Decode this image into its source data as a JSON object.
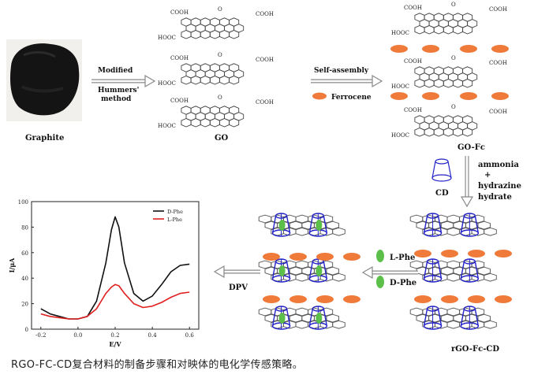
{
  "colors": {
    "ferrocene": "#ef7a3a",
    "cd": "#2323c8",
    "phe": "#5cbf4a",
    "dphe_line": "#111111",
    "lphe_line": "#e02020",
    "arrow": "#888888"
  },
  "labels": {
    "graphite": "Graphite",
    "go": "GO",
    "go_fc": "GO-Fc",
    "rgo_fc_cd": "rGO-Fc-CD",
    "step1_top": "Modified",
    "step1_bottom_1": "Hummers'",
    "step1_bottom_2": "method",
    "step2_top": "Self-assembly",
    "ferrocene": "Ferrocene",
    "step3_1": "ammonia",
    "step3_2": "+",
    "step3_3": "hydrazine",
    "step3_4": "hydrate",
    "cd": "CD",
    "l_phe": "L-Phe",
    "d_phe": "D-Phe",
    "dpv": "DPV",
    "cooh": "COOH",
    "hooc": "HOOC",
    "o": "O"
  },
  "caption": "RGO-FC-CD复合材料的制备步骤和对映体的电化学传感策略。",
  "chart_data": {
    "type": "line",
    "xlabel": "E/V",
    "ylabel": "I/μA",
    "xlim": [
      -0.25,
      0.65
    ],
    "ylim": [
      0,
      100
    ],
    "xticks": [
      "-0.2",
      "0.0",
      "0.2",
      "0.4",
      "0.6"
    ],
    "yticks": [
      "0",
      "20",
      "40",
      "60",
      "80",
      "100"
    ],
    "legend": "top-right",
    "series": [
      {
        "name": "D-Phe",
        "color": "#111111",
        "x": [
          -0.2,
          -0.15,
          -0.1,
          -0.05,
          0.0,
          0.05,
          0.1,
          0.15,
          0.18,
          0.2,
          0.22,
          0.25,
          0.3,
          0.35,
          0.4,
          0.45,
          0.5,
          0.55,
          0.6
        ],
        "y": [
          16,
          12,
          10,
          8,
          8,
          10,
          22,
          52,
          78,
          88,
          80,
          52,
          28,
          22,
          26,
          35,
          45,
          50,
          51
        ]
      },
      {
        "name": "L-Phe",
        "color": "#e02020",
        "x": [
          -0.2,
          -0.15,
          -0.1,
          -0.05,
          0.0,
          0.05,
          0.1,
          0.15,
          0.18,
          0.2,
          0.22,
          0.25,
          0.3,
          0.35,
          0.4,
          0.45,
          0.5,
          0.55,
          0.6
        ],
        "y": [
          12,
          10,
          9,
          8,
          8,
          10,
          16,
          28,
          33,
          35,
          34,
          28,
          20,
          17,
          18,
          21,
          25,
          28,
          29
        ]
      }
    ]
  }
}
